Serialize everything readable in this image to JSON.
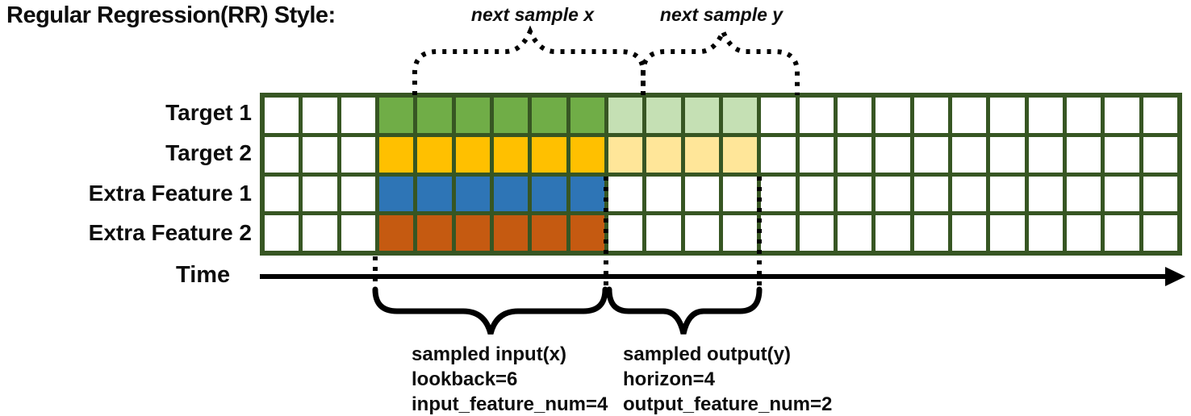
{
  "title": "Regular Regression(RR) Style:",
  "brace_labels": {
    "next_x": "next sample x",
    "next_y": "next sample y"
  },
  "rows": [
    {
      "label": "Target 1",
      "input_color": "#70AD47",
      "output_color": "#C5E0B4",
      "has_output": true
    },
    {
      "label": "Target 2",
      "input_color": "#FFC000",
      "output_color": "#FFE699",
      "has_output": true
    },
    {
      "label": "Extra Feature 1",
      "input_color": "#2E75B6",
      "output_color": null,
      "has_output": false
    },
    {
      "label": "Extra Feature 2",
      "input_color": "#C55A11",
      "output_color": null,
      "has_output": false
    }
  ],
  "grid": {
    "columns": 24,
    "empty_before": 3,
    "lookback": 6,
    "horizon": 4,
    "border_color": "#375623",
    "cell_color": "#FFFFFF"
  },
  "time_axis": {
    "label": "Time"
  },
  "annotations": {
    "input": {
      "lines": [
        "sampled input(x)",
        "lookback=6",
        "input_feature_num=4"
      ]
    },
    "output": {
      "lines": [
        "sampled output(y)",
        "horizon=4",
        "output_feature_num=2"
      ]
    }
  }
}
